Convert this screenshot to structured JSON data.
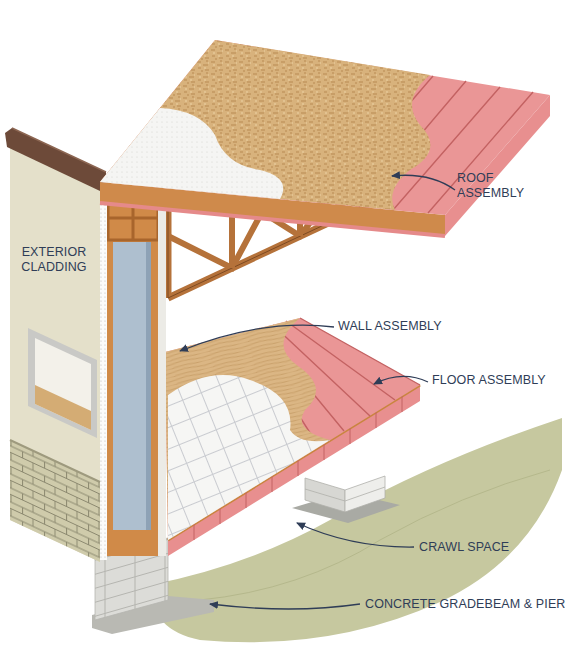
{
  "diagram": {
    "labels": [
      "ROOF ASSEMBLY",
      "EXTERIOR CLADDING",
      "WALL ASSEMBLY",
      "FLOOR ASSEMBLY",
      "CRAWL SPACE",
      "CONCRETE GRADEBEAM & PIER"
    ]
  }
}
